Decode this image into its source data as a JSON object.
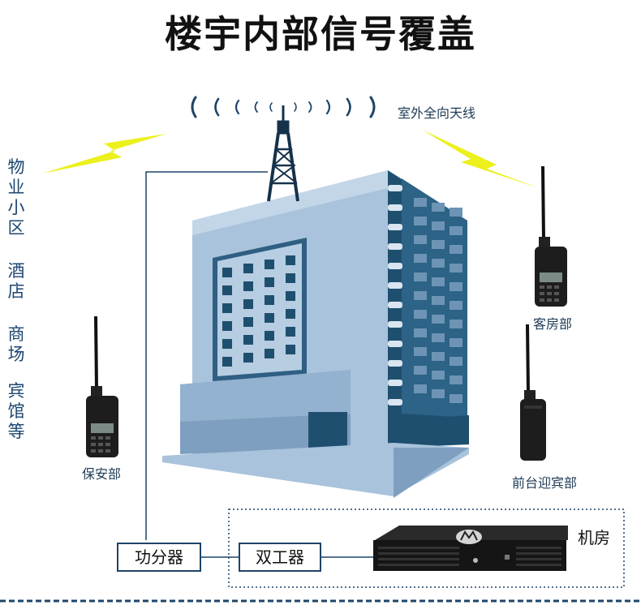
{
  "title": "楼宇内部信号覆盖",
  "antenna_label": "室外全向天线",
  "side_labels": [
    "物业小区",
    "酒店",
    "商场",
    "宾馆等"
  ],
  "radios": {
    "security": "保安部",
    "guest_room": "客房部",
    "front_desk": "前台迎宾部"
  },
  "equipment_room": {
    "label": "机房",
    "power_divider": "功分器",
    "duplexer": "双工器"
  },
  "colors": {
    "building_front": "#a9c3dc",
    "building_side": "#1f4f6f",
    "lightning": "#ecf01c",
    "line": "#1e4468"
  }
}
